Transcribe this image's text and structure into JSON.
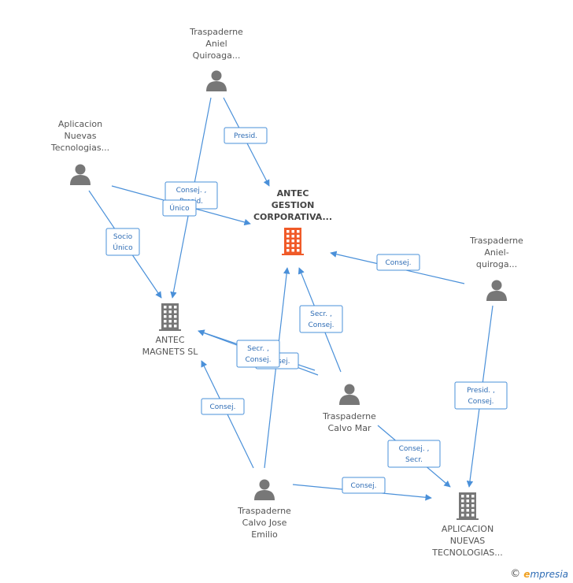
{
  "colors": {
    "edge": "#4a90d9",
    "person": "#777777",
    "company": "#777777",
    "main_company": "#f05a28"
  },
  "nodes": [
    {
      "id": "antec_gestion",
      "type": "main-company",
      "label": [
        "ANTEC",
        "GESTION",
        "CORPORATIVA..."
      ]
    },
    {
      "id": "antec_magnets",
      "type": "company",
      "label": [
        "ANTEC",
        "MAGNETS SL"
      ]
    },
    {
      "id": "aplicacion_co",
      "type": "company",
      "label": [
        "APLICACION",
        "NUEVAS",
        "TECNOLOGIAS..."
      ]
    },
    {
      "id": "trasp_aniel_q1",
      "type": "person",
      "label": [
        "Traspaderne",
        "Aniel",
        "Quiroaga..."
      ]
    },
    {
      "id": "aplicacion_p",
      "type": "person",
      "label": [
        "Aplicacion",
        "Nuevas",
        "Tecnologias..."
      ]
    },
    {
      "id": "trasp_aniel_q2",
      "type": "person",
      "label": [
        "Traspaderne",
        "Aniel-",
        "quiroga..."
      ]
    },
    {
      "id": "trasp_calvo_mar",
      "type": "person",
      "label": [
        "Traspaderne",
        "Calvo Mar"
      ]
    },
    {
      "id": "trasp_calvo_jose",
      "type": "person",
      "label": [
        "Traspaderne",
        "Calvo Jose",
        "Emilio"
      ]
    }
  ],
  "edges": [
    {
      "from": "trasp_aniel_q1",
      "to": "antec_gestion",
      "label": [
        "Presid."
      ]
    },
    {
      "from": "trasp_aniel_q1",
      "to": "antec_magnets",
      "label": [
        "Consej. ,",
        "Presid."
      ]
    },
    {
      "from": "aplicacion_p",
      "to": "antec_gestion",
      "label": [
        "Único"
      ]
    },
    {
      "from": "aplicacion_p",
      "to": "antec_magnets",
      "label": [
        "Socio",
        "Único"
      ]
    },
    {
      "from": "trasp_aniel_q2",
      "to": "antec_gestion",
      "label": [
        "Consej."
      ]
    },
    {
      "from": "trasp_aniel_q2",
      "to": "aplicacion_co",
      "label": [
        "Presid. ,",
        "Consej."
      ]
    },
    {
      "from": "trasp_calvo_mar",
      "to": "antec_gestion",
      "label": [
        "Secr. ,",
        "Consej."
      ]
    },
    {
      "from": "trasp_calvo_mar",
      "to": "antec_magnets",
      "label": [
        "Consej."
      ]
    },
    {
      "from": "trasp_calvo_mar",
      "to": "aplicacion_co",
      "label": [
        "Consej. ,",
        "Secr."
      ]
    },
    {
      "from": "trasp_calvo_jose",
      "to": "antec_magnets",
      "label": [
        "Secr. ,",
        "Consej."
      ]
    },
    {
      "from": "trasp_calvo_jose",
      "to": "antec_magnets",
      "label": [
        "Consej."
      ]
    },
    {
      "from": "trasp_calvo_jose",
      "to": "antec_gestion",
      "label": []
    },
    {
      "from": "trasp_calvo_jose",
      "to": "aplicacion_co",
      "label": [
        "Consej."
      ]
    }
  ],
  "footer": {
    "copyright": "©",
    "brand_e": "e",
    "brand_rest": "mpresia"
  }
}
